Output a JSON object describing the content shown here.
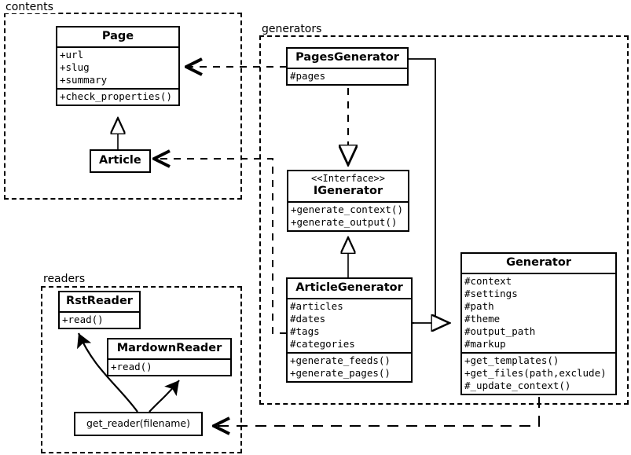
{
  "diagram": {
    "kind": "uml-class-diagram",
    "packages": [
      {
        "id": "contents",
        "label": "contents"
      },
      {
        "id": "generators",
        "label": "generators"
      },
      {
        "id": "readers",
        "label": "readers"
      }
    ]
  },
  "classes": {
    "page": {
      "name": "Page",
      "attributes": [
        "+url",
        "+slug",
        "+summary"
      ],
      "operations": [
        "+check_properties()"
      ]
    },
    "article": {
      "name": "Article",
      "attributes": [],
      "operations": []
    },
    "pages_generator": {
      "name": "PagesGenerator",
      "attributes": [
        "#pages"
      ],
      "operations": []
    },
    "igenerator": {
      "stereotype": "<<Interface>>",
      "name": "IGenerator",
      "attributes": [],
      "operations": [
        "+generate_context()",
        "+generate_output()"
      ]
    },
    "article_generator": {
      "name": "ArticleGenerator",
      "attributes": [
        "#articles",
        "#dates",
        "#tags",
        "#categories"
      ],
      "operations": [
        "+generate_feeds()",
        "+generate_pages()"
      ]
    },
    "generator": {
      "name": "Generator",
      "attributes": [
        "#context",
        "#settings",
        "#path",
        "#theme",
        "#output_path",
        "#markup"
      ],
      "operations": [
        "+get_templates()",
        "+get_files(path,exclude)",
        "#_update_context()"
      ]
    },
    "rst_reader": {
      "name": "RstReader",
      "attributes": [],
      "operations": [
        "+read()"
      ]
    },
    "mardown_reader": {
      "name": "MardownReader",
      "attributes": [],
      "operations": [
        "+read()"
      ]
    },
    "get_reader": {
      "name": "get_reader(filename)"
    }
  },
  "colors": {
    "stroke": "#000000",
    "background": "#ffffff"
  }
}
